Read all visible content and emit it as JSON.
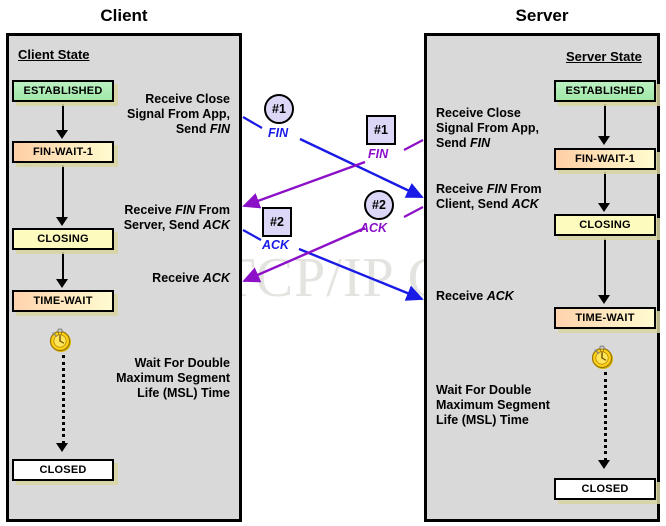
{
  "diagram": {
    "watermark": "The TCP/IP Guide",
    "colors": {
      "panel_bg": "#d9d9d9",
      "established": "#9fe8a8",
      "fin_wait": "#ffcfa5",
      "closing": "#fdfbbe",
      "time_wait": "#ffd3ad",
      "closed": "#ffffff",
      "client_msg": "#1a1ae6",
      "server_msg": "#8c10c8",
      "marker_fill": "#ddd7f7"
    }
  },
  "client": {
    "title": "Client",
    "state_label": "Client State",
    "states": [
      {
        "name": "ESTABLISHED"
      },
      {
        "name": "FIN-WAIT-1"
      },
      {
        "name": "CLOSING"
      },
      {
        "name": "TIME-WAIT"
      },
      {
        "name": "CLOSED"
      }
    ],
    "notes": [
      "Receive Close\nSignal From App,\nSend FIN",
      "Receive FIN From\nServer, Send ACK",
      "Receive ACK",
      "Wait For Double\nMaximum Segment\nLife (MSL) Time"
    ],
    "timer_icon": "stopwatch-icon"
  },
  "server": {
    "title": "Server",
    "state_label": "Server State",
    "states": [
      {
        "name": "ESTABLISHED"
      },
      {
        "name": "FIN-WAIT-1"
      },
      {
        "name": "CLOSING"
      },
      {
        "name": "TIME-WAIT"
      },
      {
        "name": "CLOSED"
      }
    ],
    "notes": [
      "Receive Close\nSignal From App,\nSend FIN",
      "Receive FIN From\nClient, Send ACK",
      "Receive ACK",
      "Wait For Double\nMaximum Segment\nLife (MSL) Time"
    ],
    "timer_icon": "stopwatch-icon"
  },
  "messages": [
    {
      "id": "client-fin",
      "marker": "#1",
      "shape": "circle",
      "label": "FIN",
      "color": "#1a1ae6",
      "origin": "client",
      "direction": "client-to-server"
    },
    {
      "id": "client-ack",
      "marker": "#2",
      "shape": "square",
      "label": "ACK",
      "color": "#1a1ae6",
      "origin": "client",
      "direction": "client-to-server"
    },
    {
      "id": "server-fin",
      "marker": "#1",
      "shape": "square",
      "label": "FIN",
      "color": "#8c10c8",
      "origin": "server",
      "direction": "server-to-client"
    },
    {
      "id": "server-ack",
      "marker": "#2",
      "shape": "circle",
      "label": "ACK",
      "color": "#8c10c8",
      "origin": "server",
      "direction": "server-to-client"
    }
  ]
}
